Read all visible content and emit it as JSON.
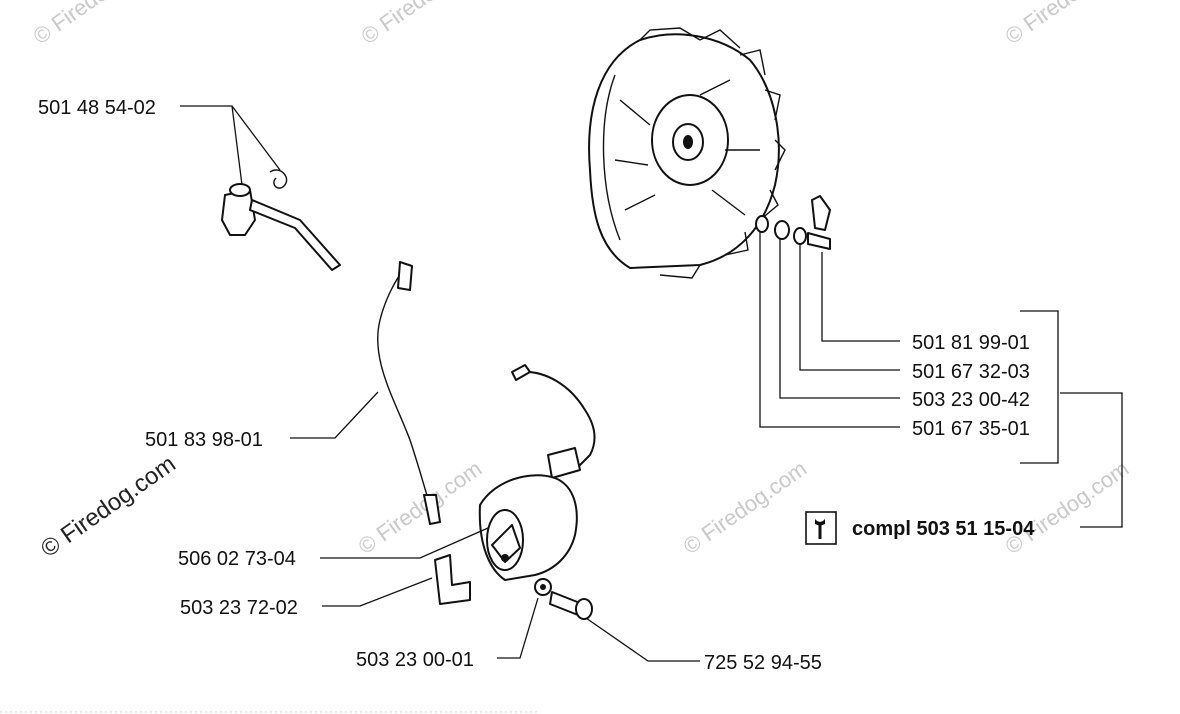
{
  "watermarks": {
    "corner_text": "© Firedog.com",
    "main_text": "© Firedog.com"
  },
  "labels": {
    "p1": "501 48 54-02",
    "p2": "501 83 98-01",
    "p3": "506 02 73-04",
    "p4": "503 23 72-02",
    "p5": "503 23 00-01",
    "p6": "725 52 94-55",
    "p7": "501 81 99-01",
    "p8": "501 67 32-03",
    "p9": "503 23 00-42",
    "p10": "501 67 35-01",
    "kit": "compl 503 51 15-04"
  },
  "icons": {
    "kit_icon": "wrench-icon"
  }
}
